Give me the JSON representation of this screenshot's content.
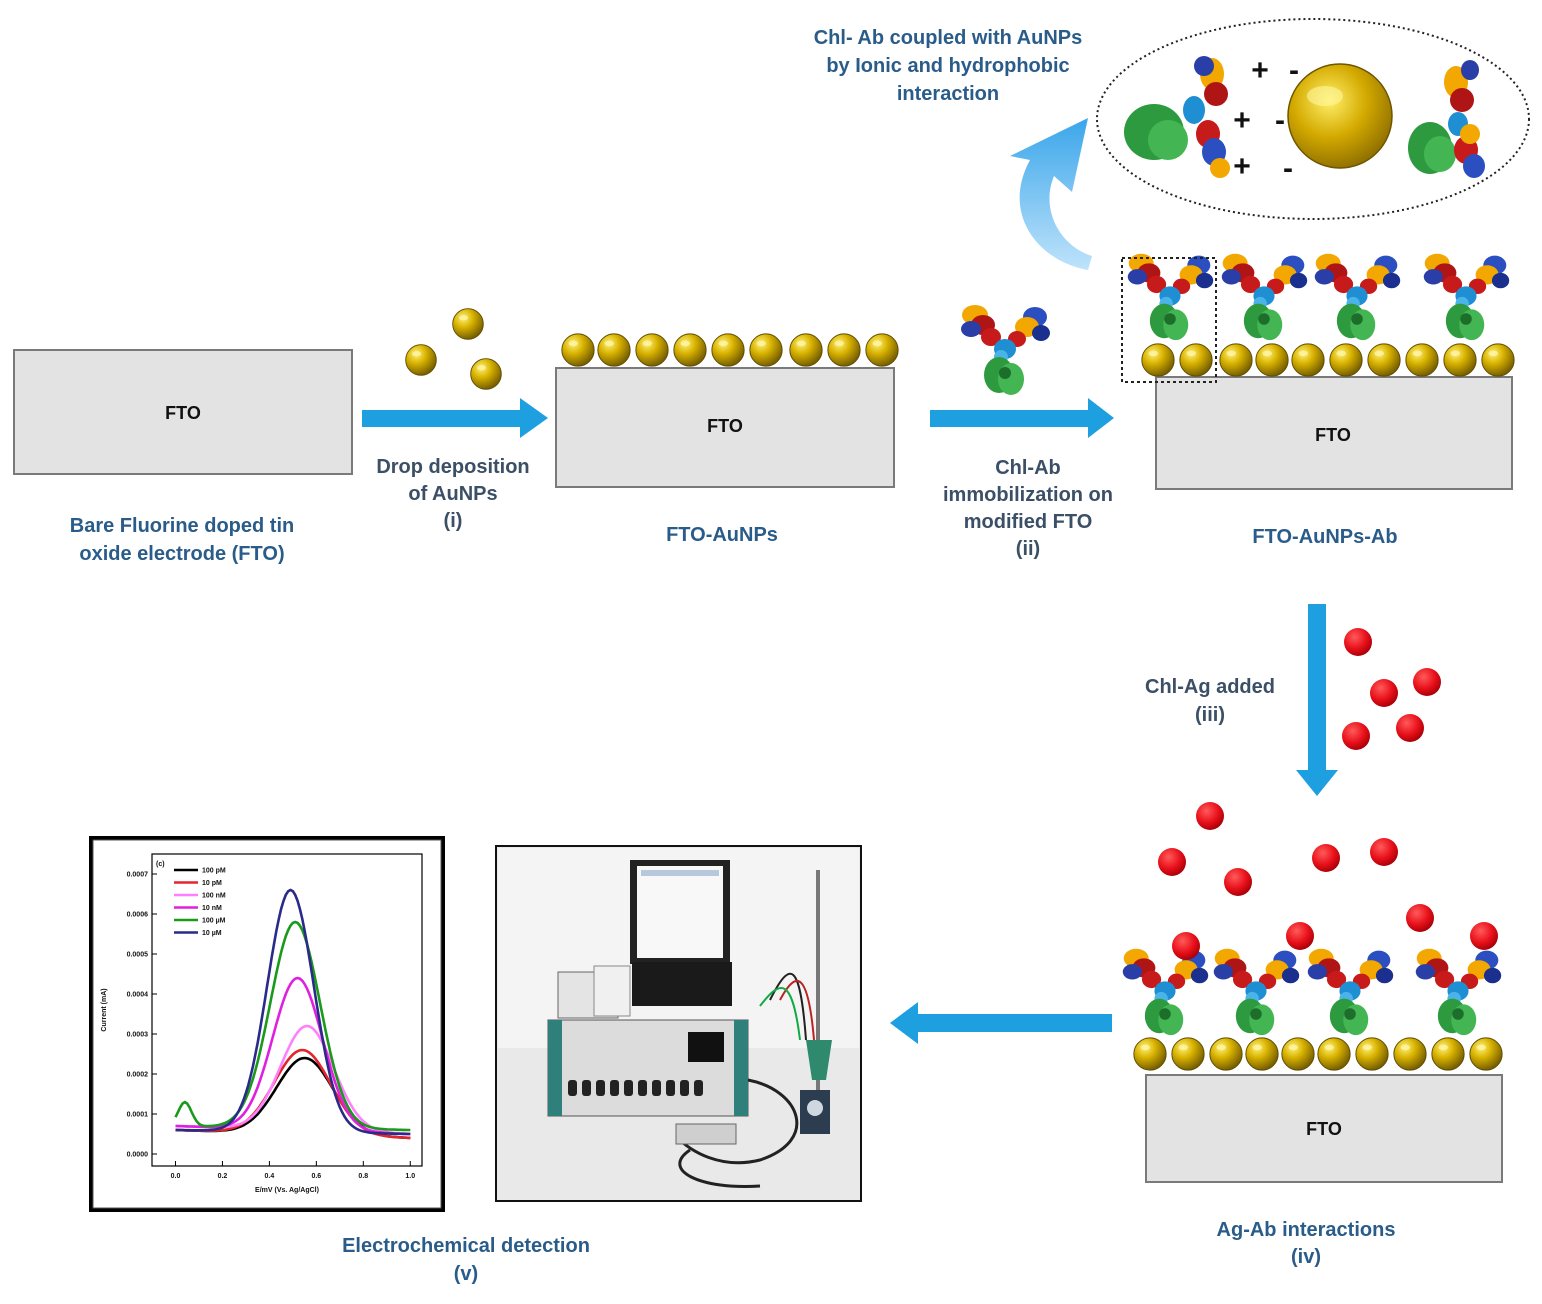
{
  "electrode": {
    "label": "FTO"
  },
  "captions": {
    "bare": [
      "Bare Fluorine doped tin",
      "oxide electrode (FTO)"
    ],
    "fto_aunps": "FTO-AuNPs",
    "fto_aunps_ab": "FTO-AuNPs-Ab",
    "ag_ab": [
      "Ag-Ab interactions",
      "(iv)"
    ],
    "detection": [
      "Electrochemical detection",
      "(v)"
    ]
  },
  "steps": {
    "s1": [
      "Drop deposition",
      "of AuNPs",
      "(i)"
    ],
    "s2": [
      "Chl-Ab",
      "immobilization on",
      "modified FTO",
      "(ii)"
    ],
    "s3": [
      "Chl-Ag added",
      "(iii)"
    ]
  },
  "inset": {
    "title": [
      "Chl- Ab coupled with AuNPs",
      "by Ionic and hydrophobic",
      "interaction"
    ],
    "signs": [
      "+",
      "+",
      "+",
      "-",
      "-",
      "-"
    ]
  },
  "colors": {
    "arrow": "#1e9fe0",
    "gold": "#c9a400",
    "antigen": "#e8101a",
    "electrode_fill": "#e3e3e3"
  },
  "chart_data": {
    "type": "line",
    "panel_label": "(c)",
    "xlabel": "E/mV (Vs. Ag/AgCl)",
    "ylabel": "Current (mA)",
    "xlim": [
      -0.1,
      1.05
    ],
    "ylim": [
      -3e-05,
      0.00075
    ],
    "xticks": [
      "0.0",
      "0.2",
      "0.4",
      "0.6",
      "0.8",
      "1.0"
    ],
    "yticks": [
      "0.0000",
      "0.0001",
      "0.0002",
      "0.0003",
      "0.0004",
      "0.0005",
      "0.0006",
      "0.0007"
    ],
    "series": [
      {
        "name": "100 pM",
        "color": "#000000",
        "base": 6e-05,
        "peak": 0.00024,
        "pos": 0.55,
        "width": 0.17,
        "end": 4e-05,
        "hump": 0
      },
      {
        "name": "10 pM",
        "color": "#e3262d",
        "base": 6e-05,
        "peak": 0.00026,
        "pos": 0.54,
        "width": 0.17,
        "end": 4e-05,
        "hump": 0
      },
      {
        "name": "100 nM",
        "color": "#ff80ff",
        "base": 7e-05,
        "peak": 0.00032,
        "pos": 0.56,
        "width": 0.16,
        "end": 5e-05,
        "hump": 0
      },
      {
        "name": "10 nM",
        "color": "#e020e0",
        "base": 7e-05,
        "peak": 0.00044,
        "pos": 0.52,
        "width": 0.15,
        "end": 5e-05,
        "hump": 0
      },
      {
        "name": "100 µM",
        "color": "#1a9a1a",
        "base": 7e-05,
        "peak": 0.00058,
        "pos": 0.51,
        "width": 0.15,
        "end": 6e-05,
        "hump": 6e-05
      },
      {
        "name": "10 µM",
        "color": "#2a2a8a",
        "base": 6e-05,
        "peak": 0.00066,
        "pos": 0.49,
        "width": 0.14,
        "end": 5e-05,
        "hump": 0
      }
    ]
  }
}
